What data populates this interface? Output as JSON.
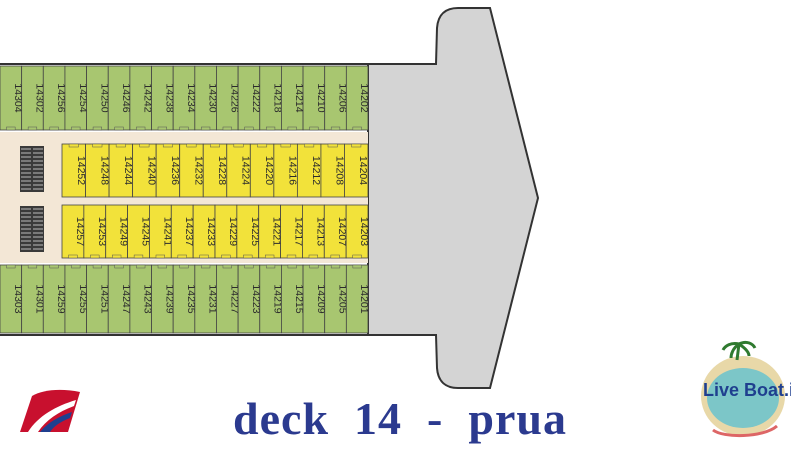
{
  "caption": "deck  14  -  prua",
  "colors": {
    "outer_cabin": "#a8c670",
    "inner_cabin": "#f2e23a",
    "corridor": "#f3e7d6",
    "bow": "#d4d4d4",
    "caption": "#2b3a8f"
  },
  "cabins": {
    "top_outer": [
      "14304",
      "14302",
      "14256",
      "14254",
      "14250",
      "14246",
      "14242",
      "14238",
      "14234",
      "14230",
      "14226",
      "14222",
      "14218",
      "14214",
      "14210",
      "14206",
      "14202"
    ],
    "top_inner": [
      "14252",
      "14248",
      "14244",
      "14240",
      "14236",
      "14232",
      "14228",
      "14224",
      "14220",
      "14216",
      "14212",
      "14208",
      "14204"
    ],
    "bottom_inner": [
      "14257",
      "14253",
      "14249",
      "14245",
      "14241",
      "14237",
      "14233",
      "14229",
      "14225",
      "14221",
      "14217",
      "14213",
      "14207",
      "14203"
    ],
    "bottom_outer": [
      "14303",
      "14301",
      "14259",
      "14255",
      "14251",
      "14247",
      "14243",
      "14239",
      "14235",
      "14231",
      "14227",
      "14223",
      "14219",
      "14215",
      "14209",
      "14205",
      "14201"
    ]
  },
  "logos": {
    "right": {
      "name": "liveboat-logo",
      "text": "Live Boat.it"
    },
    "left": {
      "name": "carnival-funnel-logo"
    }
  }
}
